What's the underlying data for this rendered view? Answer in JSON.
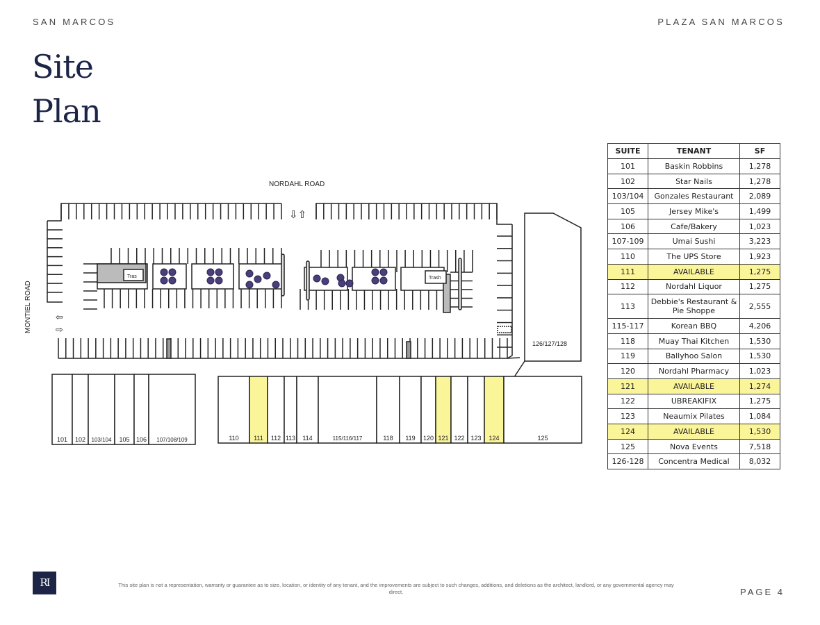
{
  "header": {
    "left": "SAN MARCOS",
    "right": "PLAZA SAN MARCOS"
  },
  "title": {
    "line1": "Site",
    "line2": "Plan"
  },
  "plan": {
    "road_top": "NORDAHL ROAD",
    "road_left": "MONTIEL ROAD",
    "trash_left": "Tras",
    "trash_right": "Trash",
    "left_building_suites": [
      "101",
      "102",
      "103/104",
      "105",
      "106",
      "107/108/109"
    ],
    "main_building_suites": [
      "110",
      "111",
      "112",
      "113",
      "114",
      "115/116/117",
      "118",
      "119",
      "120",
      "121",
      "122",
      "123",
      "124",
      "125"
    ],
    "pad_suite": "126/127/128",
    "available_suites": [
      "111",
      "121",
      "124"
    ],
    "available_color": "#fbf59a"
  },
  "table": {
    "headers": [
      "SUITE",
      "TENANT",
      "SF"
    ],
    "rows": [
      {
        "suite": "101",
        "tenant": "Baskin Robbins",
        "sf": "1,278"
      },
      {
        "suite": "102",
        "tenant": "Star Nails",
        "sf": "1,278"
      },
      {
        "suite": "103/104",
        "tenant": "Gonzales Restaurant",
        "sf": "2,089"
      },
      {
        "suite": "105",
        "tenant": "Jersey Mike's",
        "sf": "1,499"
      },
      {
        "suite": "106",
        "tenant": "Cafe/Bakery",
        "sf": "1,023"
      },
      {
        "suite": "107-109",
        "tenant": "Umai Sushi",
        "sf": "3,223"
      },
      {
        "suite": "110",
        "tenant": "The UPS Store",
        "sf": "1,923"
      },
      {
        "suite": "111",
        "tenant": "AVAILABLE",
        "sf": "1,275"
      },
      {
        "suite": "112",
        "tenant": "Nordahl Liquor",
        "sf": "1,275"
      },
      {
        "suite": "113",
        "tenant": "Debbie's Restaurant & Pie Shoppe",
        "sf": "2,555"
      },
      {
        "suite": "115-117",
        "tenant": "Korean BBQ",
        "sf": "4,206"
      },
      {
        "suite": "118",
        "tenant": "Muay Thai Kitchen",
        "sf": "1,530"
      },
      {
        "suite": "119",
        "tenant": "Ballyhoo Salon",
        "sf": "1,530"
      },
      {
        "suite": "120",
        "tenant": "Nordahl Pharmacy",
        "sf": "1,023"
      },
      {
        "suite": "121",
        "tenant": "AVAILABLE",
        "sf": "1,274"
      },
      {
        "suite": "122",
        "tenant": "UBREAKIFIX",
        "sf": "1,275"
      },
      {
        "suite": "123",
        "tenant": "Neaumix Pilates",
        "sf": "1,084"
      },
      {
        "suite": "124",
        "tenant": "AVAILABLE",
        "sf": "1,530"
      },
      {
        "suite": "125",
        "tenant": "Nova Events",
        "sf": "7,518"
      },
      {
        "suite": "126-128",
        "tenant": "Concentra Medical",
        "sf": "8,032"
      }
    ]
  },
  "footer": {
    "logo": "RI",
    "disclaimer": "This site plan is not a representation, warranty or guarantee as to size, location, or identity of any tenant, and the improvements are subject to such changes, additions, and deletions as the architect, landlord, or any governmental agency may direct.",
    "page": "PAGE 4"
  }
}
